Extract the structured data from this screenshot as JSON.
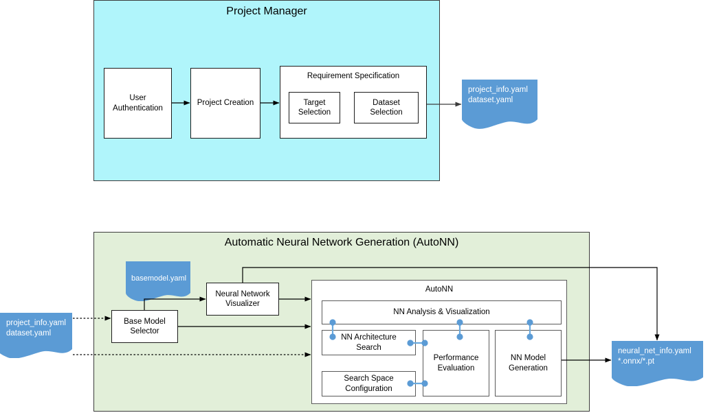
{
  "diagram": {
    "title_pm": "Project Manager",
    "title_autonn": "Automatic Neural Network Generation (AutoNN)"
  },
  "project_manager": {
    "label": "Project Manager",
    "nodes": {
      "user_auth": "User\nAuthentication",
      "project_creation": "Project Creation",
      "requirement_spec": "Requirement Specification",
      "target_selection": "Target\nSelection",
      "dataset_selection": "Dataset\nSelection"
    },
    "output_doc": "project_info.yaml\ndataset.yaml"
  },
  "autonn": {
    "label": "Automatic Neural Network Generation (AutoNN)",
    "input_doc": "project_info.yaml\ndataset.yaml",
    "basemodel_doc": "basemodel.yaml",
    "nodes": {
      "base_model_selector": "Base Model\nSelector",
      "nn_visualizer": "Neural Network\nVisualizer",
      "autonn_core": "AutoNN",
      "nn_analysis": "NN Analysis & Visualization",
      "nn_arch_search": "NN Architecture\nSearch",
      "search_space_config": "Search Space\nConfiguration",
      "performance_eval": "Performance\nEvaluation",
      "nn_model_generation": "NN Model\nGeneration"
    },
    "output_doc": "neural_net_info.yaml\n*.onnx/*.pt"
  },
  "colors": {
    "project_manager_fill": "#b0f5fb",
    "autonn_fill": "#e2efd9",
    "document_fill": "#5b9bd5",
    "connector": "#5b9bd5",
    "box_fill": "#ffffff",
    "stroke": "#1b1b1b"
  }
}
